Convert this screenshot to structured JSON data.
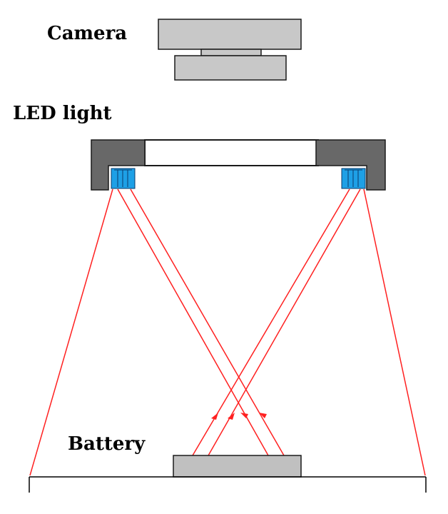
{
  "labels": {
    "camera": "Camera",
    "led_light": "LED light",
    "battery": "Battery"
  },
  "colors": {
    "camera_body": "#c8c8c8",
    "housing": "#686868",
    "diffuser": "#ffffff",
    "led": "#1ea0e6",
    "ray": "#ff2020",
    "battery": "#c0c0c0",
    "outline": "#1a1a1a",
    "ground": "#000000"
  },
  "icons": {
    "camera": "camera-icon",
    "led": "led-icon",
    "battery": "battery-icon"
  }
}
